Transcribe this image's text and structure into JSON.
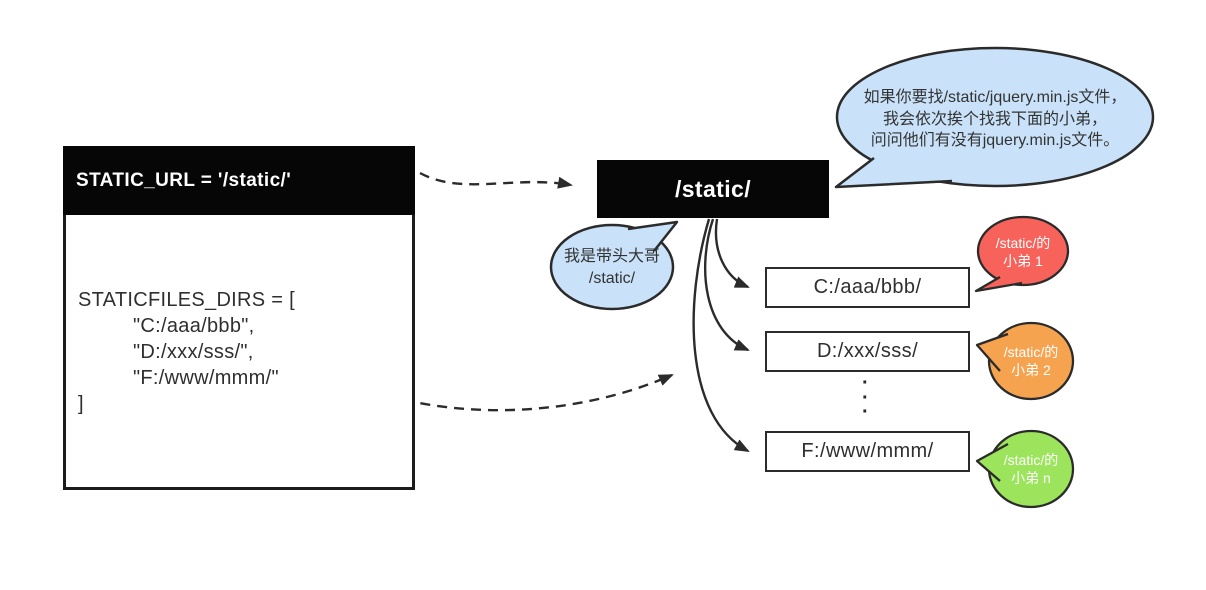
{
  "colors": {
    "ink": "#2b2b2b",
    "node_bg": "#060606",
    "bubble_blue": "#c9e2f9",
    "minion_red": "#f7625b",
    "minion_orange": "#f6a350",
    "minion_green": "#9ce45b"
  },
  "settings_box": {
    "title": "STATIC_URL = '/static/'",
    "code_lines": [
      "STATICFILES_DIRS = [",
      "\"C:/aaa/bbb\",",
      "\"D:/xxx/sss/\",",
      "\"F:/www/mmm/\"",
      "]"
    ]
  },
  "url_node": {
    "label": "/static/"
  },
  "dir_nodes": [
    {
      "label": "C:/aaa/bbb/"
    },
    {
      "label": "D:/xxx/sss/"
    },
    {
      "label": "F:/www/mmm/"
    }
  ],
  "ellipsis_dot": "·",
  "bubbles": {
    "boss": {
      "lines": [
        "如果你要找/static/jquery.min.js文件，",
        "我会依次挨个找我下面的小弟，",
        "问问他们有没有jquery.min.js文件。"
      ]
    },
    "leader": {
      "lines": [
        "我是带头大哥",
        "/static/"
      ]
    },
    "minions": [
      {
        "lines": [
          "/static/的",
          "小弟 1"
        ]
      },
      {
        "lines": [
          "/static/的",
          "小弟 2"
        ]
      },
      {
        "lines": [
          "/static/的",
          "小弟 n"
        ]
      }
    ]
  }
}
